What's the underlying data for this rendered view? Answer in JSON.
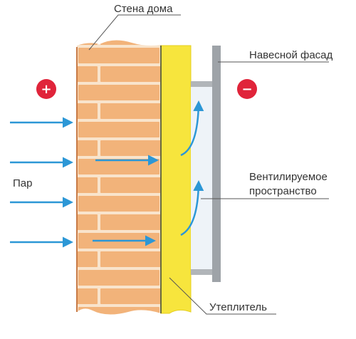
{
  "labels": {
    "wall": "Стена дома",
    "facade": "Навесной фасад",
    "vapor": "Пар",
    "ventilated_line1": "Вентилируемое",
    "ventilated_line2": "пространство",
    "insulation": "Утеплитель"
  },
  "signs": {
    "warm": "+",
    "cold": "−"
  },
  "colors": {
    "brick": "#f2b37a",
    "mortar": "#f9e4cc",
    "insulation": "#f7e53d",
    "facade": "#9ea3a8",
    "arrow": "#2c97d6",
    "sign_badge": "#e0243a"
  }
}
